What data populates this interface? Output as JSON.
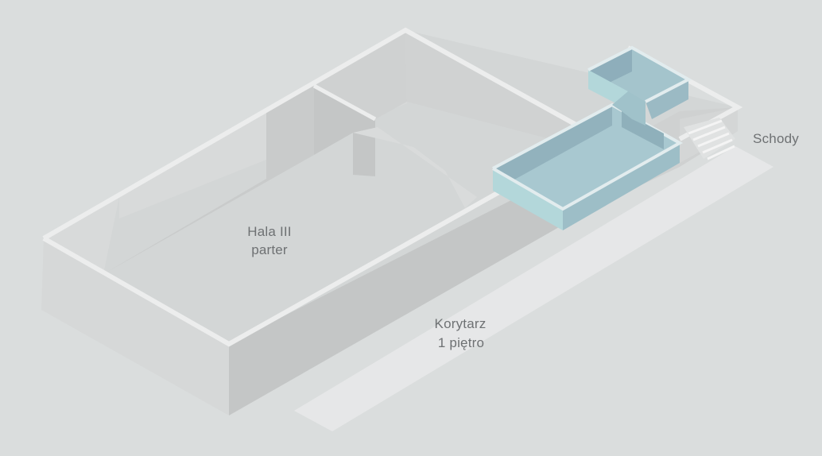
{
  "colors": {
    "background": "#dadddd",
    "floor": "#d3d6d6",
    "wall_top": "#eceded",
    "wall_side_light": "#d6d8d8",
    "wall_side_dark": "#c6c8c8",
    "corridor": "#e6e7e8",
    "highlight_light": "#b0d6da",
    "highlight_dark": "#96b5c0",
    "label_text": "#6e7173"
  },
  "labels": {
    "hall": {
      "line1": "Hala III",
      "line2": "parter"
    },
    "corridor": {
      "line1": "Korytarz",
      "line2": "1 piętro"
    },
    "stairs": "Schody"
  }
}
